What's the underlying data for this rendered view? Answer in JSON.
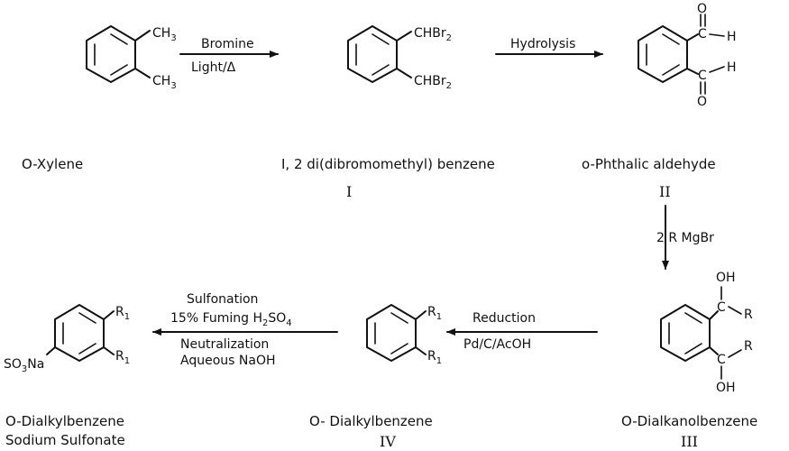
{
  "compounds": {
    "xylene": {
      "name": "O-Xylene",
      "sub1": "CH",
      "sub1_sub": "3",
      "sub2": "CH",
      "sub2_sub": "3"
    },
    "dibromo": {
      "name": "I, 2 di(dibromomethyl) benzene",
      "roman": "I",
      "sub1": "CHBr",
      "sub1_sub": "2",
      "sub2": "CHBr",
      "sub2_sub": "2"
    },
    "aldehyde": {
      "name": "o-Phthalic aldehyde",
      "roman": "II",
      "o_top": "O",
      "h_top": "H",
      "c_top": "C",
      "o_bot": "O",
      "h_bot": "H",
      "c_bot": "C"
    },
    "dialkanol": {
      "name": "O-Dialkanolbenzene",
      "roman": "III",
      "oh_top": "OH",
      "c_top": "C",
      "r_top": "R",
      "oh_bot": "OH",
      "c_bot": "C",
      "r_bot": "R"
    },
    "dialkyl": {
      "name": "O- Dialkylbenzene",
      "roman": "IV",
      "r1": "R",
      "r1_sub": "1",
      "r2": "R",
      "r2_sub": "1"
    },
    "sulfonate": {
      "name_line1": "O-Dialkylbenzene",
      "name_line2": "Sodium Sulfonate",
      "r1": "R",
      "r1_sub": "1",
      "r2": "R",
      "r2_sub": "1",
      "group": "SO",
      "group_sub": "3",
      "group_tail": "Na"
    }
  },
  "reactions": {
    "bromination": {
      "top": "Bromine",
      "bottom": "Light/Δ"
    },
    "hydrolysis": {
      "top": "Hydrolysis"
    },
    "grignard": {
      "label": "2 R MgBr"
    },
    "reduction": {
      "top": "Reduction",
      "bottom": "Pd/C/AcOH"
    },
    "sulfonation": {
      "line1": "Sulfonation",
      "line2_pre": "15% Fuming H",
      "line2_sub": "2",
      "line2_post": "SO",
      "line2_sub2": "4",
      "line3": "Neutralization",
      "line4": "Aqueous NaOH"
    }
  }
}
